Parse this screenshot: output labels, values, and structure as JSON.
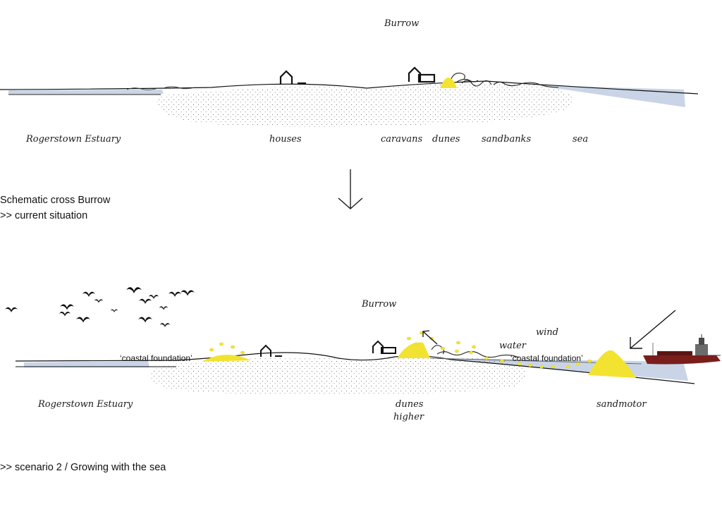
{
  "colors": {
    "water": "#c9d5e6",
    "sand": "#f3e331",
    "sand_dark": "#e4cf1c",
    "ink": "#111111",
    "ship": "#7a1e1c"
  },
  "icons": [
    "house-icon",
    "caravan-icon",
    "bird-icon",
    "arrow-icon",
    "ship-icon"
  ],
  "top": {
    "title": "Burrow",
    "labels": {
      "estuary": "Rogerstown Estuary",
      "houses": "houses",
      "caravans": "caravans",
      "dunes": "dunes",
      "sandbanks": "sandbanks",
      "sea": "sea"
    }
  },
  "caption1": {
    "line1": "Schematic cross Burrow",
    "line2": ">> current situation"
  },
  "bottom": {
    "title": "Burrow",
    "labels": {
      "coastal_foundation_left": "‘coastal foundation’",
      "coastal_foundation_right": "‘coastal foundation’",
      "wind": "wind",
      "water": "water",
      "estuary": "Rogerstown Estuary",
      "dunes": "dunes",
      "higher": "higher",
      "sandmotor": "sandmotor"
    }
  },
  "caption2": {
    "line1": ">> scenario 2 / Growing with the sea"
  }
}
